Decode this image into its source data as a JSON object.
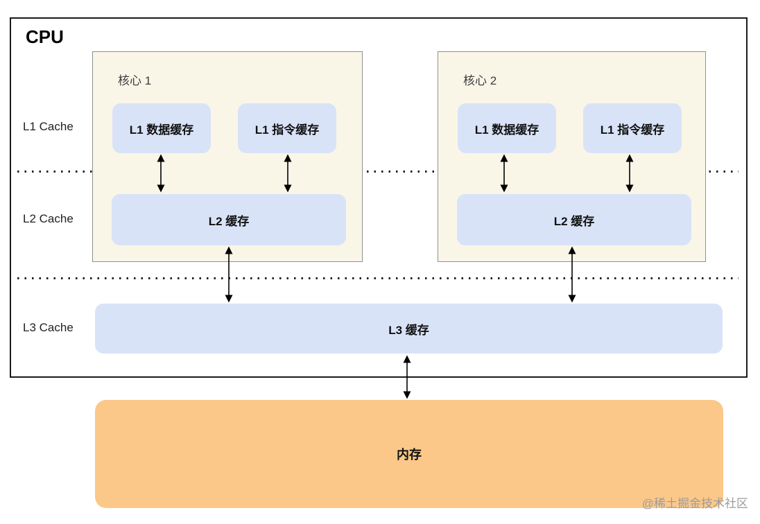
{
  "diagram": {
    "title": "CPU",
    "row_labels": {
      "l1": "L1 Cache",
      "l2": "L2 Cache",
      "l3": "L3 Cache"
    },
    "cores": [
      {
        "name": "核心 1",
        "l1_data": "L1 数据缓存",
        "l1_inst": "L1 指令缓存",
        "l2": "L2 缓存"
      },
      {
        "name": "核心 2",
        "l1_data": "L1 数据缓存",
        "l1_inst": "L1 指令缓存",
        "l2": "L2 缓存"
      }
    ],
    "l3_label": "L3 缓存",
    "memory_label": "内存",
    "watermark": "@稀土掘金技术社区"
  },
  "colors": {
    "canvas_bg": "#ffffff",
    "cpu_border": "#1a1a1a",
    "core_bg": "#f9f6e8",
    "core_border": "#8f8f8f",
    "cache_blue": "#d9e3f8",
    "memory_orange": "#fcc889",
    "arrow_color": "#000000",
    "dot_color": "#222222",
    "watermark_color": "#9c9c9c"
  }
}
